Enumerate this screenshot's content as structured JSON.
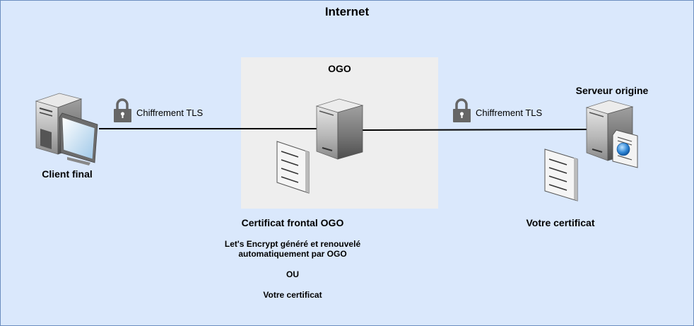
{
  "diagram": {
    "title": "Internet",
    "ogo_zone": {
      "title": "OGO"
    },
    "client": {
      "label": "Client final"
    },
    "origin_server": {
      "label": "Serveur origine"
    },
    "links": [
      {
        "label": "Chiffrement TLS"
      },
      {
        "label": "Chiffrement TLS"
      }
    ],
    "ogo_certificate": {
      "title": "Certificat frontal OGO",
      "description": "Let's Encrypt généré et renouvelé automatiquement par OGO",
      "or": "OU",
      "alternative": "Votre certificat"
    },
    "your_certificate": {
      "label": "Votre certificat"
    },
    "colors": {
      "background": "#dae8fc",
      "border": "#6c8ebf",
      "ogo_zone": "#eeeeee",
      "lock": "#666666",
      "connector": "#000000"
    },
    "icons": [
      "desktop-computer-icon",
      "server-icon",
      "web-server-icon",
      "document-icon",
      "padlock-icon"
    ]
  }
}
